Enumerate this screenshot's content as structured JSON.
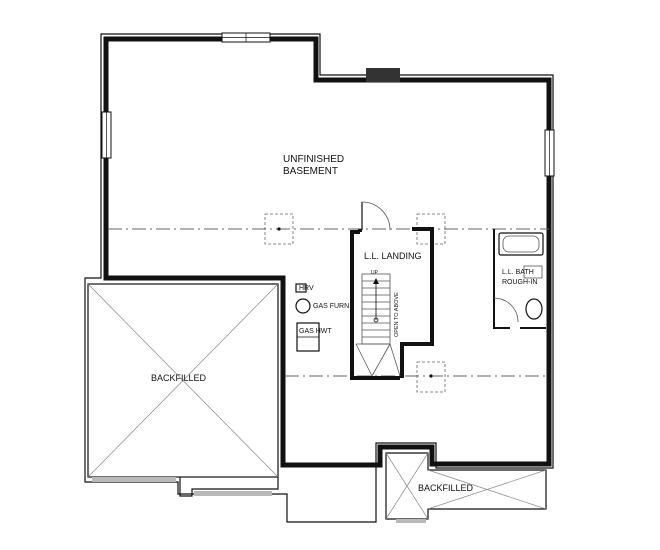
{
  "rooms": {
    "unfinished_basement": [
      "UNFINISHED",
      "BASEMENT"
    ],
    "landing": "L.L. LANDING",
    "stair_up": "UP",
    "open_to_above": "OPEN TO ABOVE",
    "bath": [
      "L.L. BATH",
      "ROUGH-IN"
    ],
    "backfilled_left": "BACKFILLED",
    "backfilled_bottom": "BACKFILLED"
  },
  "equipment": {
    "hrv": "HRV",
    "gas_furnace": "GAS FURN",
    "gas_hwt": "GAS HWT"
  },
  "colors": {
    "wall": "#111111",
    "footing": "#b9b9b9",
    "chimney": "#333333"
  }
}
